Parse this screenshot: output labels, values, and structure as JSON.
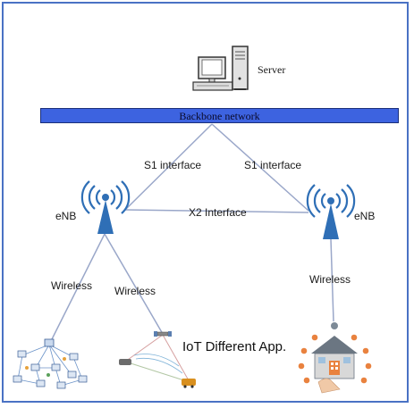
{
  "nodes": {
    "server_label": "Server",
    "backbone_label": "Backbone network",
    "enb_left_label": "eNB",
    "enb_right_label": "eNB"
  },
  "links": {
    "s1_left": "S1 interface",
    "s1_right": "S1 interface",
    "x2": "X2 Interface",
    "wireless_1": "Wireless",
    "wireless_2": "Wireless",
    "wireless_3": "Wireless"
  },
  "iot_label": "IoT Different App.",
  "colors": {
    "border": "#4a72c4",
    "backbone": "#3d63e0",
    "antenna": "#2f6fb6",
    "line": "#9aa7c9"
  }
}
